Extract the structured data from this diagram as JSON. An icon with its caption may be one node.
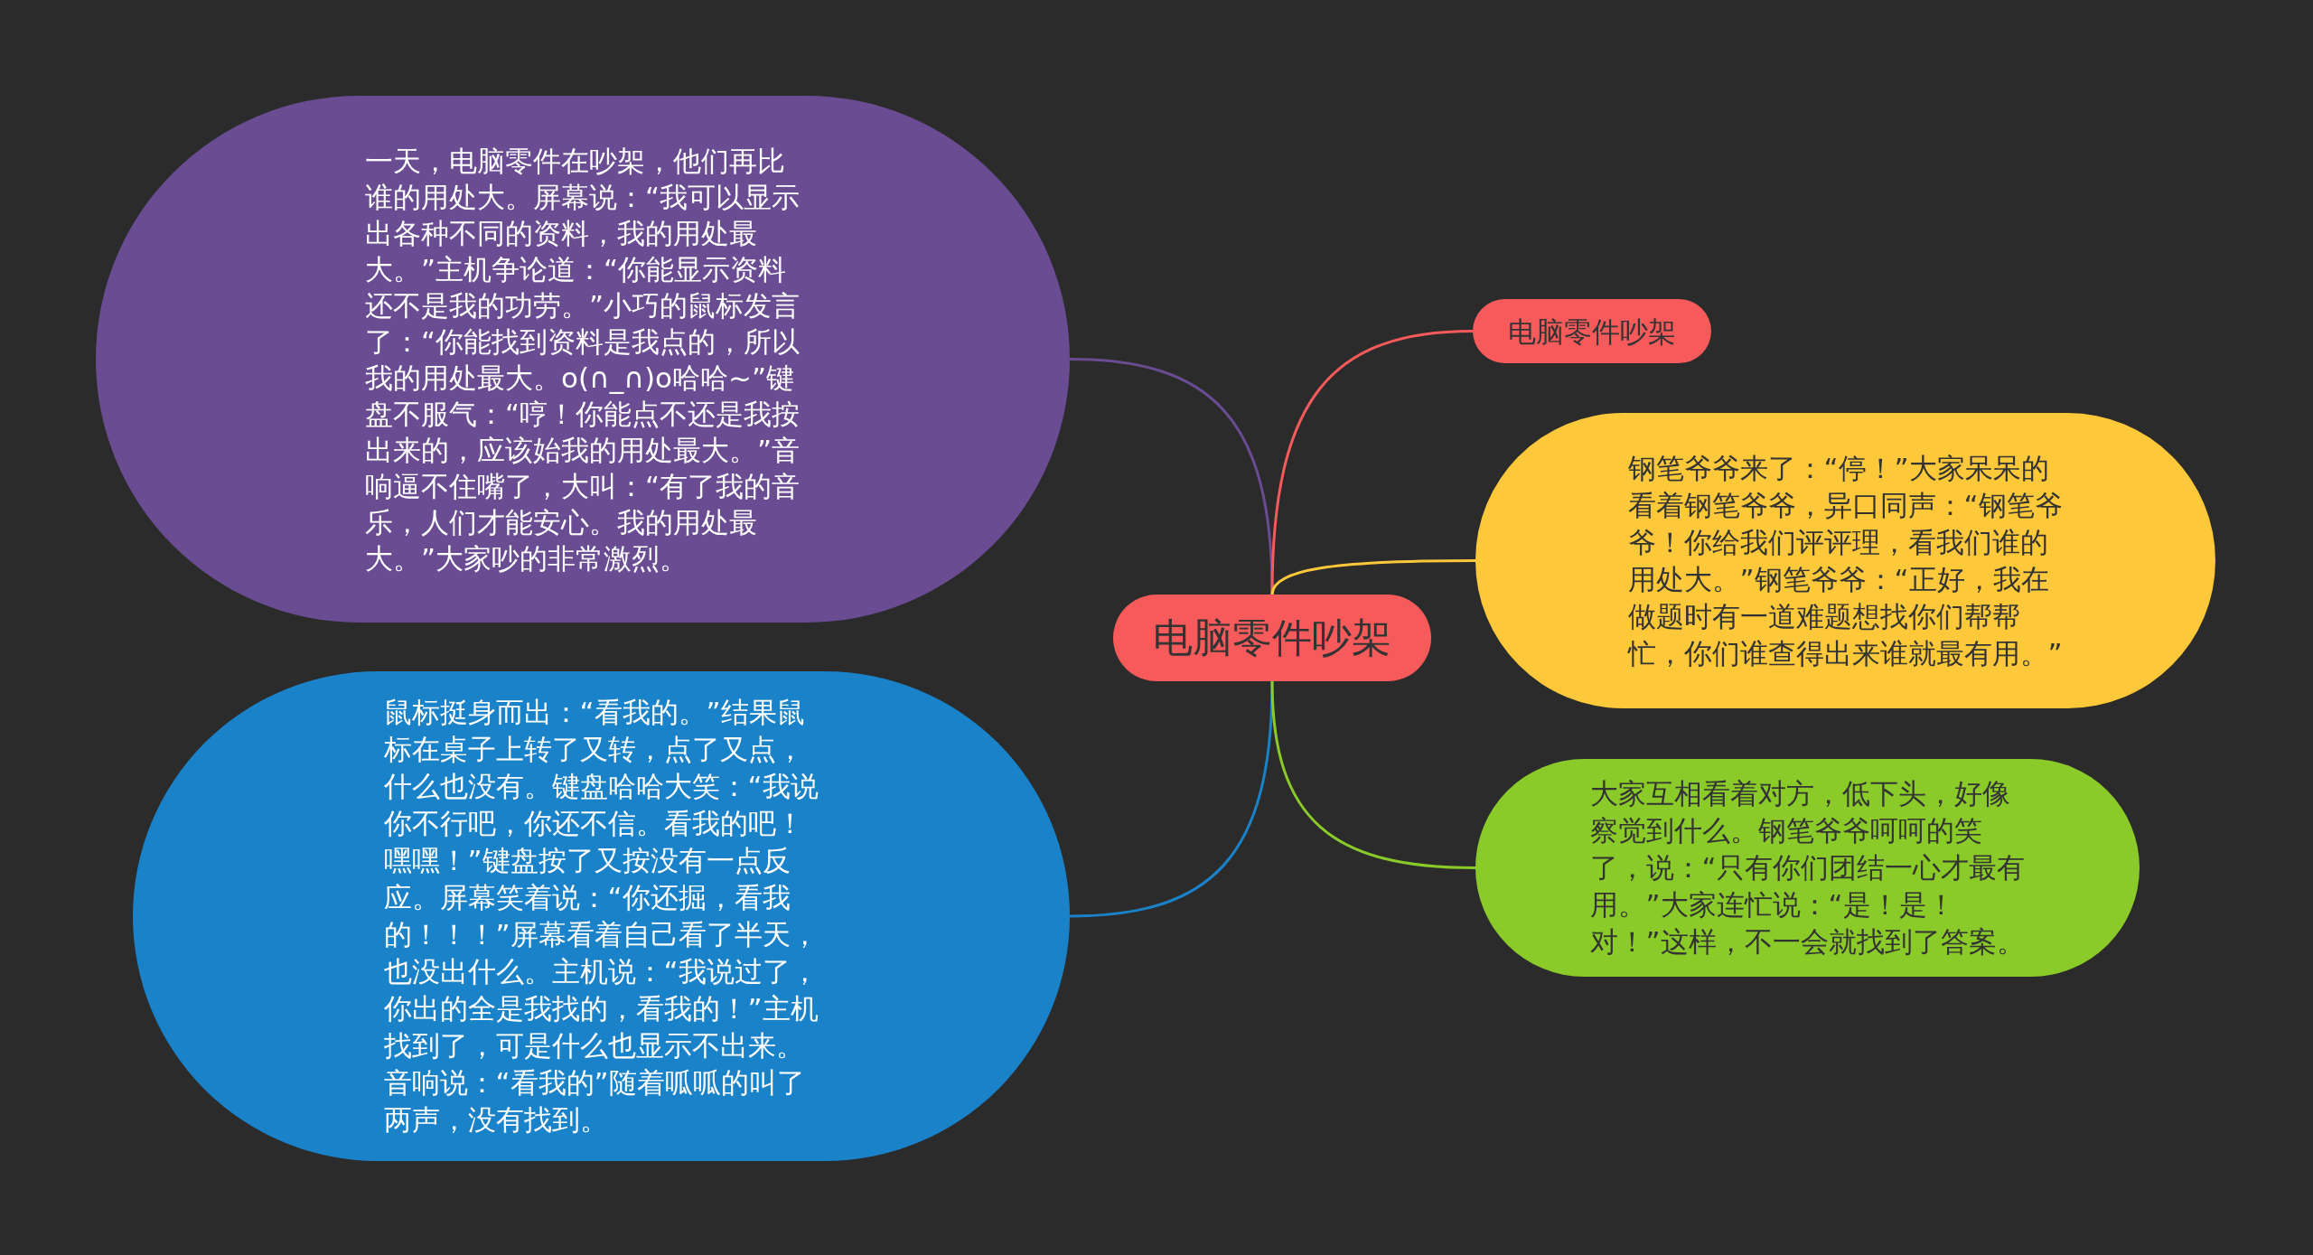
{
  "diagram": {
    "nodes": [
      {
        "text": [
          "电脑零件吵架"
        ]
      },
      {
        "text": [
          "一天，电脑零件在吵架，他们再比谁的用处大。屏幕说：“我可以显示出各种不同的资料，我的用处最大。”主机争论道：“你能显示资料还不是我的功劳。”小巧的鼠标发言了：“你能找到资料是我点的，所以我的用处最大。o(∩_∩)o哈哈~”键盘不服气：“哼！你能点不还是我按出来的，应该始我的用处最大。”音响逼不住嘴了，大叫：“有了我的音乐，人们才能安心。我的用处最大。”大家吵的非常激烈。"
        ]
      },
      {
        "text": [
          "鼠标挺身而出：“看我的。”结果鼠标在桌子上转了又转，点了又点，什么也没有。键盘哈哈大笑：“我说你不行吧，你还不信。看我的吧！嘿嘿！”键盘按了又按没有一点反应。屏幕笑着说：“你还掘，看我的！！！”屏幕看着自己看了半天，也没出什么。主机说：“我说过了，你出的全是我找的，看我的！”主机找到了，可是什么也显示不出来。音响说：“看我的”随着呱呱的叫了两声，没有找到。"
        ]
      },
      {
        "text": [
          "电脑零件吵架"
        ]
      },
      {
        "text": [
          "钢笔爷爷来了：“停！”大家呆呆的看着钢笔爷爷，异口同声：“钢笔爷爷！你给我们评评理，看我们谁的用处大。”钢笔爷爷：“正好，我在做题时有一道难题想找你们帮帮忙，你们谁查得出来谁就最有用。”"
        ]
      },
      {
        "text": [
          "大家互相看着对方，低下头，好像察觉到什么。钢笔爷爷呵呵的笑了，说：“只有你们团结一心才最有用。”大家连忙说：“是！是！对！”这样，不一会就找到了答案。"
        ]
      }
    ],
    "edges": [
      {
        "from": 0,
        "to": 1,
        "arrow": "none",
        "color": "#6a4c93"
      },
      {
        "from": 0,
        "to": 2,
        "arrow": "none",
        "color": "#1a82c8"
      },
      {
        "from": 0,
        "to": 3,
        "arrow": "none",
        "color": "#f65a5b"
      },
      {
        "from": 0,
        "to": 4,
        "arrow": "none",
        "color": "#fdc93a"
      },
      {
        "from": 0,
        "to": 5,
        "arrow": "none",
        "color": "#8acb2a"
      }
    ]
  }
}
